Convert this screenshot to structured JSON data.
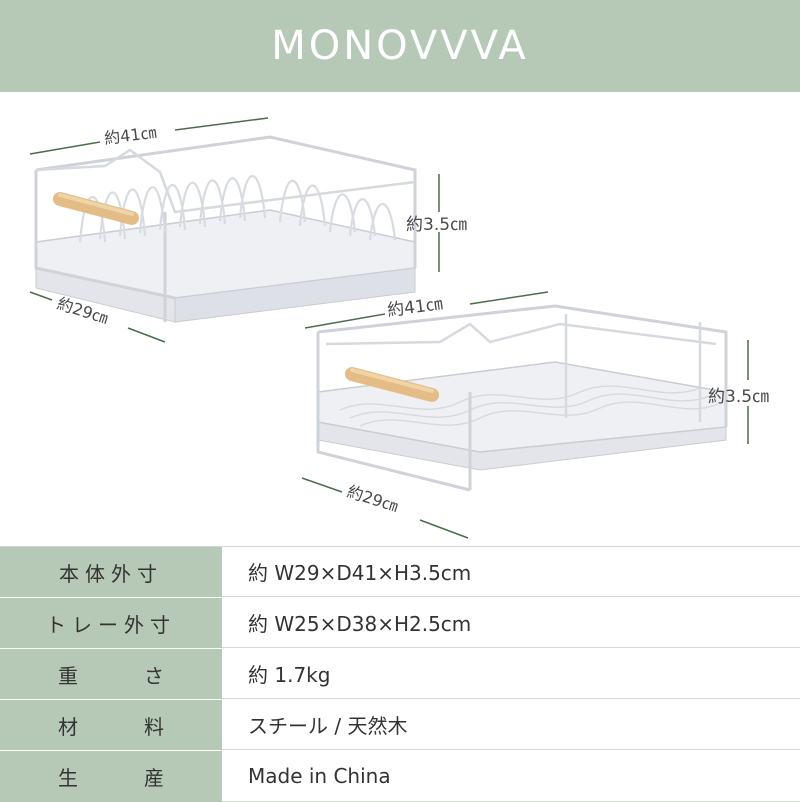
{
  "brand": {
    "logo_text": "MONOVVVA"
  },
  "colors": {
    "brand_green": "#b6c9b6",
    "wood": "#e6c08a",
    "wire": "#f2f2f4"
  },
  "dimensions": {
    "top_rack": {
      "width": "約41㎝",
      "depth": "約29㎝",
      "height": "約3.5㎝"
    },
    "bottom_rack": {
      "width": "約41㎝",
      "depth": "約29㎝",
      "height": "約3.5㎝"
    }
  },
  "specs": [
    {
      "label": "本体外寸",
      "value": "約 W29×D41×H3.5cm"
    },
    {
      "label": "トレー外寸",
      "value": "約 W25×D38×H2.5cm"
    },
    {
      "label_a": "重",
      "label_b": "さ",
      "value": "約 1.7kg"
    },
    {
      "label_a": "材",
      "label_b": "料",
      "value": "スチール / 天然木"
    },
    {
      "label_a": "生",
      "label_b": "産",
      "value": "Made in China"
    }
  ]
}
